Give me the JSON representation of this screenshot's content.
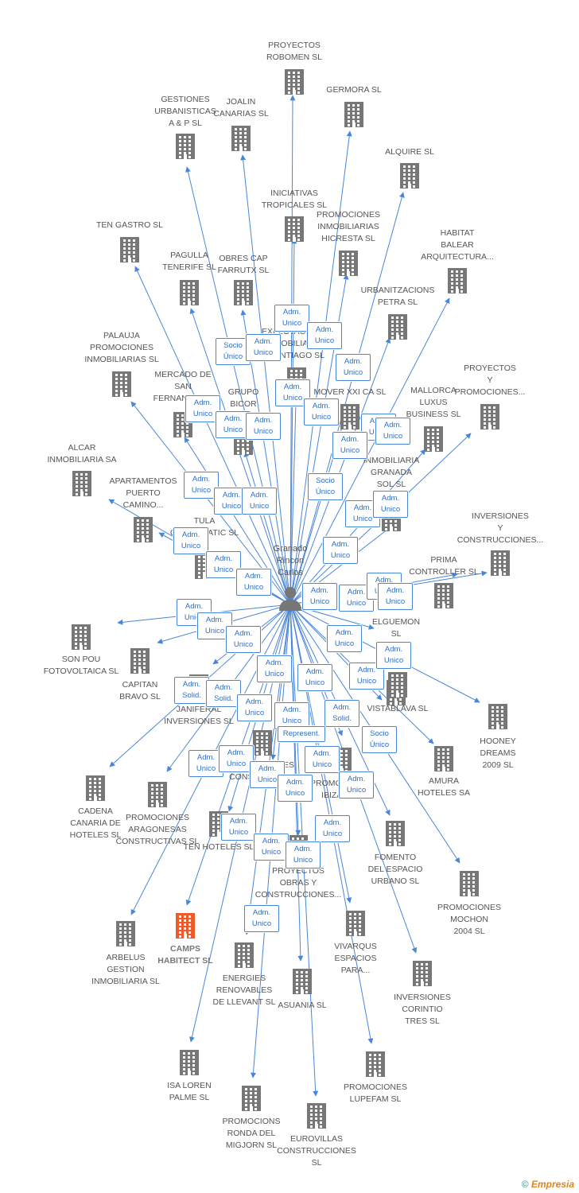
{
  "person": {
    "name": "Granado\nRincon\nCarlos"
  },
  "colors": {
    "edge": "#4a86d8",
    "building": "#777777",
    "highlight": "#ee5a2a"
  },
  "footer": {
    "symbol": "©",
    "brand": "Empresia"
  },
  "companies": [
    {
      "name": "PROYECTOS\nROBOMEN SL"
    },
    {
      "name": "GERMORA SL"
    },
    {
      "name": "GESTIONES\nURBANISTICAS\nA & P SL"
    },
    {
      "name": "JOALIN\nCANARIAS SL"
    },
    {
      "name": "ALQUIRE SL"
    },
    {
      "name": "INICIATIVAS\nTROPICALES SL"
    },
    {
      "name": "PROMOCIONES\nINMOBILIARIAS\nHICRESTA SL"
    },
    {
      "name": "TEN GASTRO SL"
    },
    {
      "name": "HABITAT\nBALEAR\nARQUITECTURA..."
    },
    {
      "name": "PAGULLA\nTENERIFE SL"
    },
    {
      "name": "OBRES CAP\nFARRUTX SL"
    },
    {
      "name": "URBANITZACIONS\nPETRA SL"
    },
    {
      "name": "EXPLOTACIONES\nINMOBILIARIAS\nSANTIAGO SL"
    },
    {
      "name": "PALAUJA\nPROMOCIONES\nINMOBILIARIAS SL"
    },
    {
      "name": "PROYECTOS\nY\nPROMOCIONES..."
    },
    {
      "name": "MERCADO DE\nSAN\nFERNANDO SL"
    },
    {
      "name": "GRUPO\nBICOR"
    },
    {
      "name": "MOVER XXI CA SL"
    },
    {
      "name": "MALLORCA\nLUXUS\nBUSINESS SL"
    },
    {
      "name": "ALCAR\nINMOBILIARIA SA"
    },
    {
      "name": "APARTAMENTOS\nPUERTO\nCAMINO..."
    },
    {
      "name": "INMOBILIARIA\nGRANADA\nSOL SL"
    },
    {
      "name": "INVERSIONES\nY\nCONSTRUCCIONES..."
    },
    {
      "name": "TULA\nCAMPOMATIC SL"
    },
    {
      "name": "PRIMA\nCONTROLLER SL"
    },
    {
      "name": "SON POU\nFOTOVOLTAICA SL"
    },
    {
      "name": "CAPITAN\nBRAVO SL"
    },
    {
      "name": "ELGUEMON\nSL"
    },
    {
      "name": "JANIFERAL\nINVERSIONES SL"
    },
    {
      "name": "VISTABLAVA SL"
    },
    {
      "name": "HOONEY\nDREAMS\n2009 SL"
    },
    {
      "name": "PROMOCIONES\nCONSULTING SL"
    },
    {
      "name": "PROMOCIONES\nIBIZA C SL"
    },
    {
      "name": "AMURA\nHOTELES SA"
    },
    {
      "name": "CADENA\nCANARIA DE\nHOTELES SL"
    },
    {
      "name": "PROMOCIONES\nARAGONESAS\nCONSTRUCTIVAS SL"
    },
    {
      "name": "TEN HOTELES SL"
    },
    {
      "name": "FOMENTO\nDEL ESPACIO\nURBANO SL"
    },
    {
      "name": "PROYECTOS\nOBRAS Y\nCONSTRUCCIONES..."
    },
    {
      "name": "PROMOCIONES\nMOCHON\n2004 SL"
    },
    {
      "name": "ARBELUS\nGESTION\nINMOBILIARIA SL"
    },
    {
      "name": "CAMPS\nHABITECT SL"
    },
    {
      "name": "ENERGIES\nRENOVABLES\nDE LLEVANT SL"
    },
    {
      "name": "VIVARQUS\nESPACIOS\nPARA..."
    },
    {
      "name": "INVERSIONES\nCORINTIO\nTRES SL"
    },
    {
      "name": "ASUANIA SL"
    },
    {
      "name": "ISA LOREN\nPALME SL"
    },
    {
      "name": "PROMOCIONES\nLUPEFAM SL"
    },
    {
      "name": "PROMOCIONS\nRONDA DEL\nMIGJORN SL"
    },
    {
      "name": "EUROVILLAS\nCONSTRUCCIONES SL"
    }
  ],
  "roles": [
    "Adm.\nUnico",
    "Adm.\nUnico",
    "Socio\nÚnico",
    "Adm.\nUnico",
    "Adm.\nUnico",
    "Adm.\nUnico",
    "Adm.\nUnico",
    "Adm.\nUnico",
    "Adm.\nUnico",
    "Adm.\nUnico",
    "Adm.\nUnico",
    "Adm.\nUnico",
    "Adm.\nUnico",
    "Adm.\nUnico",
    "Socio\nÚnico",
    "Adm.\nUnico",
    "Adm.\nUnico",
    "Adm.\nUnico",
    "Adm.\nUnico",
    "Adm.\nUnico",
    "Adm.\nUnico",
    "Adm.\nUnico",
    "Adm.\nUnico",
    "Adm.\nUnico",
    "Adm.\nUnico",
    "Adm.\nUnico",
    "Adm.\nUnico",
    "Adm.\nUnico",
    "Adm.\nUnico",
    "Adm.\nUnico",
    "Adm.\nUnico",
    "Adm.\nSolid.",
    "Adm.\nUnico",
    "Adm.\nUnico",
    "Adm.\nUnico",
    "Adm.\nSolid.",
    "Adm.\nUnico",
    "Adm.\nUnico",
    "Adm.\nSolid.",
    "Adm.\nUnico",
    "Adm.\nUnico",
    "Adm.\nUnico",
    "Adm.\nUnico",
    "Represent.",
    "Adm.\nUnico",
    "Adm.\nUnico",
    "Adm.\nUnico",
    "Socio\nÚnico",
    "Adm.\nUnico",
    "Adm.\nUnico",
    "Adm.\nUnico",
    "Adm.\nUnico",
    "Adm.\nUnico",
    "Adm.\nUnico",
    "Adm.\nUnico",
    "Adm.\nUnico",
    "Adm.\nUnico",
    "Adm.\nUnico",
    "Adm.\nUnico",
    "Adm.\nUnico"
  ]
}
